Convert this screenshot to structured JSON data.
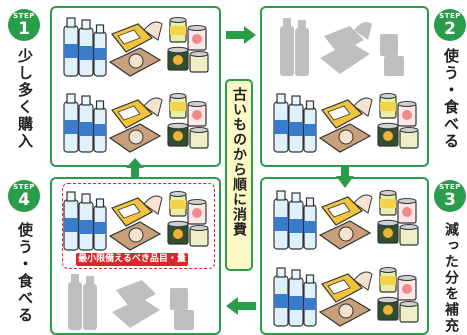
{
  "steps": [
    {
      "label": "STEP",
      "number": "1",
      "caption": "少し多く購入"
    },
    {
      "label": "STEP",
      "number": "2",
      "caption": "使う・食べる"
    },
    {
      "label": "STEP",
      "number": "3",
      "caption": "減った分を補充"
    },
    {
      "label": "STEP",
      "number": "4",
      "caption": "使う・食べる"
    }
  ],
  "center_text": "古いものから順に消費",
  "min_stock_label": "最小限備えるべき品目・量",
  "colors": {
    "accent": "#2a9d4a",
    "highlight": "#e0242e",
    "center_bg": "#fff9c8",
    "silhouette": "#bfbfbf"
  }
}
